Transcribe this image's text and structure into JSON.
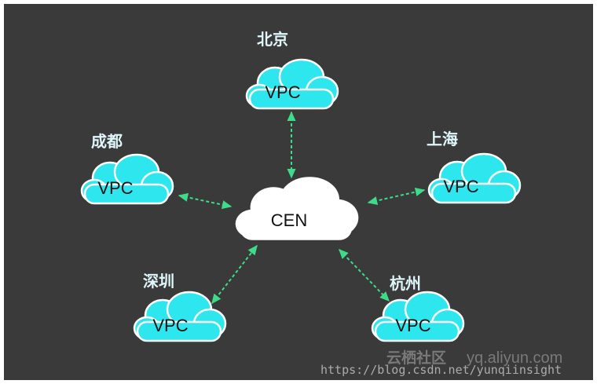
{
  "colors": {
    "background": "#3a3a3a",
    "vpc_fill": "#2de6ee",
    "vpc_stroke": "#ffffff",
    "cen_fill": "#ffffff",
    "link": "#3ddc8a",
    "city_text": "#dff6fa"
  },
  "hub": {
    "label": "CEN"
  },
  "nodes": [
    {
      "id": "beijing",
      "city": "北京",
      "label": "VPC"
    },
    {
      "id": "shanghai",
      "city": "上海",
      "label": "VPC"
    },
    {
      "id": "chengdu",
      "city": "成都",
      "label": "VPC"
    },
    {
      "id": "shenzhen",
      "city": "深圳",
      "label": "VPC"
    },
    {
      "id": "hangzhou",
      "city": "杭州",
      "label": "VPC"
    }
  ],
  "watermarks": {
    "aliyun_cn": "云栖社区",
    "aliyun_url": "yq.aliyun.com",
    "csdn_url": "https://blog.csdn.net/yunqiinsight"
  }
}
